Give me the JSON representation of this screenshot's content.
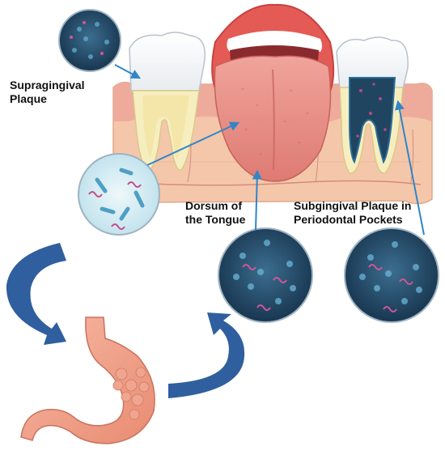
{
  "labels": {
    "supragingival": [
      "Supragingival",
      "Plaque"
    ],
    "dorsum": [
      "Dorsum of",
      "the Tongue"
    ],
    "subgingival": [
      "Subgingival Plaque in",
      "Periodontal Pockets"
    ]
  },
  "colors": {
    "pointer": "#2f86c9",
    "flow_arrow": "#2f5f9e",
    "gum": "#eda79a",
    "tongue": "#e4877f",
    "stomach": "#ee9f86",
    "plaque_dark": "#1f4561",
    "plaque_light": "#d6ecf3"
  }
}
